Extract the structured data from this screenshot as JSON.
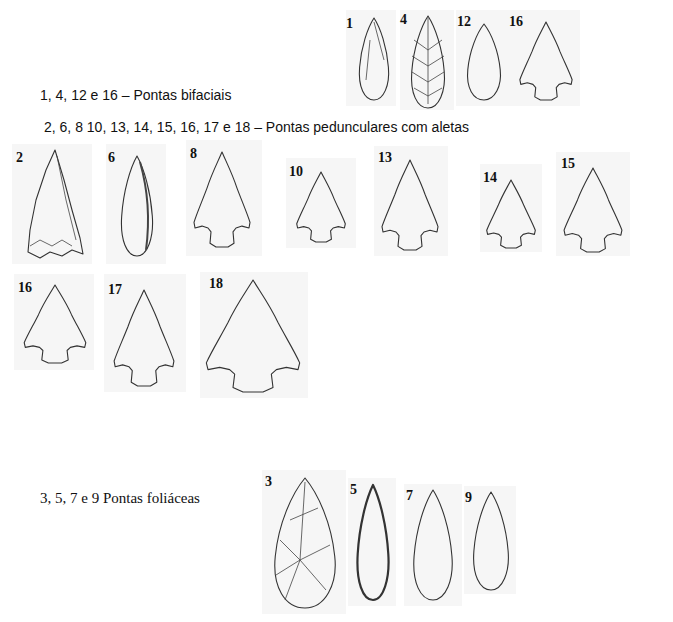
{
  "diagram": {
    "labels": [
      "1",
      "4",
      "12",
      "16",
      "1, 4, 12 e 16 – Pontas bifaciais",
      "2, 6, 8 10, 13, 14, 15, 16, 17 e 18 – Pontas pedunculares com aletas",
      "2",
      "6",
      "8",
      "10",
      "13",
      "14",
      "15",
      "16",
      "17",
      "18",
      "3, 5, 7 e 9 Pontas foliáceas",
      "3",
      "5",
      "7",
      "9"
    ]
  }
}
